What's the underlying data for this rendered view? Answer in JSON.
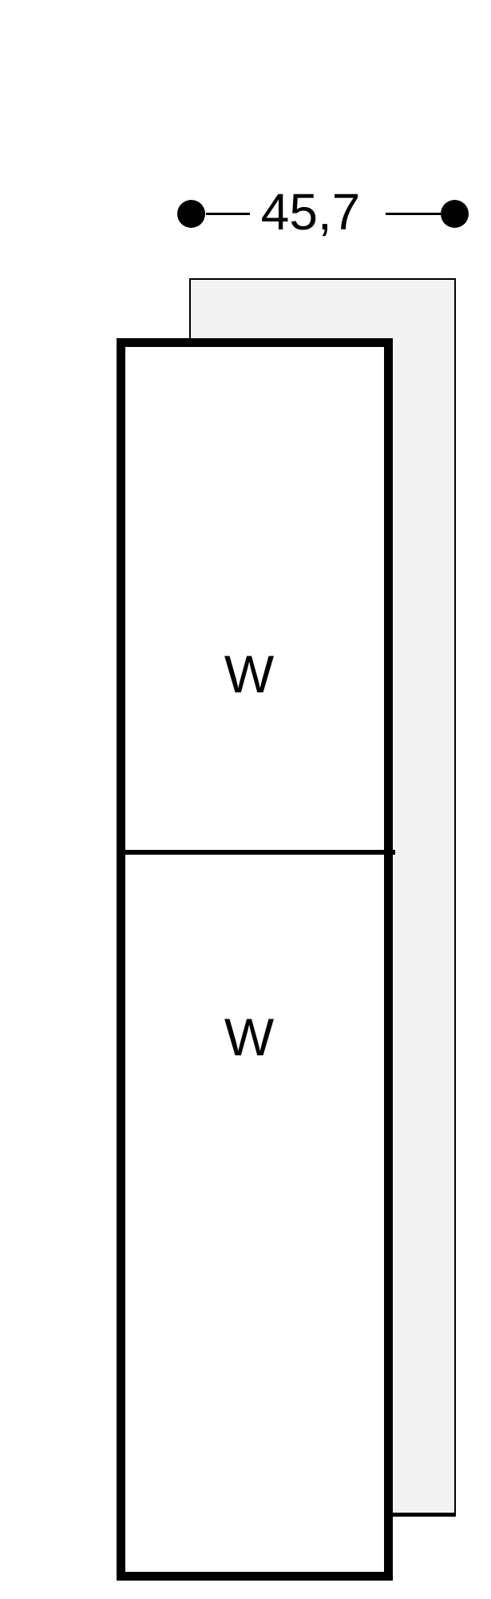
{
  "dimension": {
    "value": "45,7"
  },
  "compartments": [
    {
      "label": "W"
    },
    {
      "label": "W"
    }
  ],
  "colors": {
    "line": "#000000",
    "panel_fill": "#f2f2f2",
    "background": "#ffffff"
  }
}
